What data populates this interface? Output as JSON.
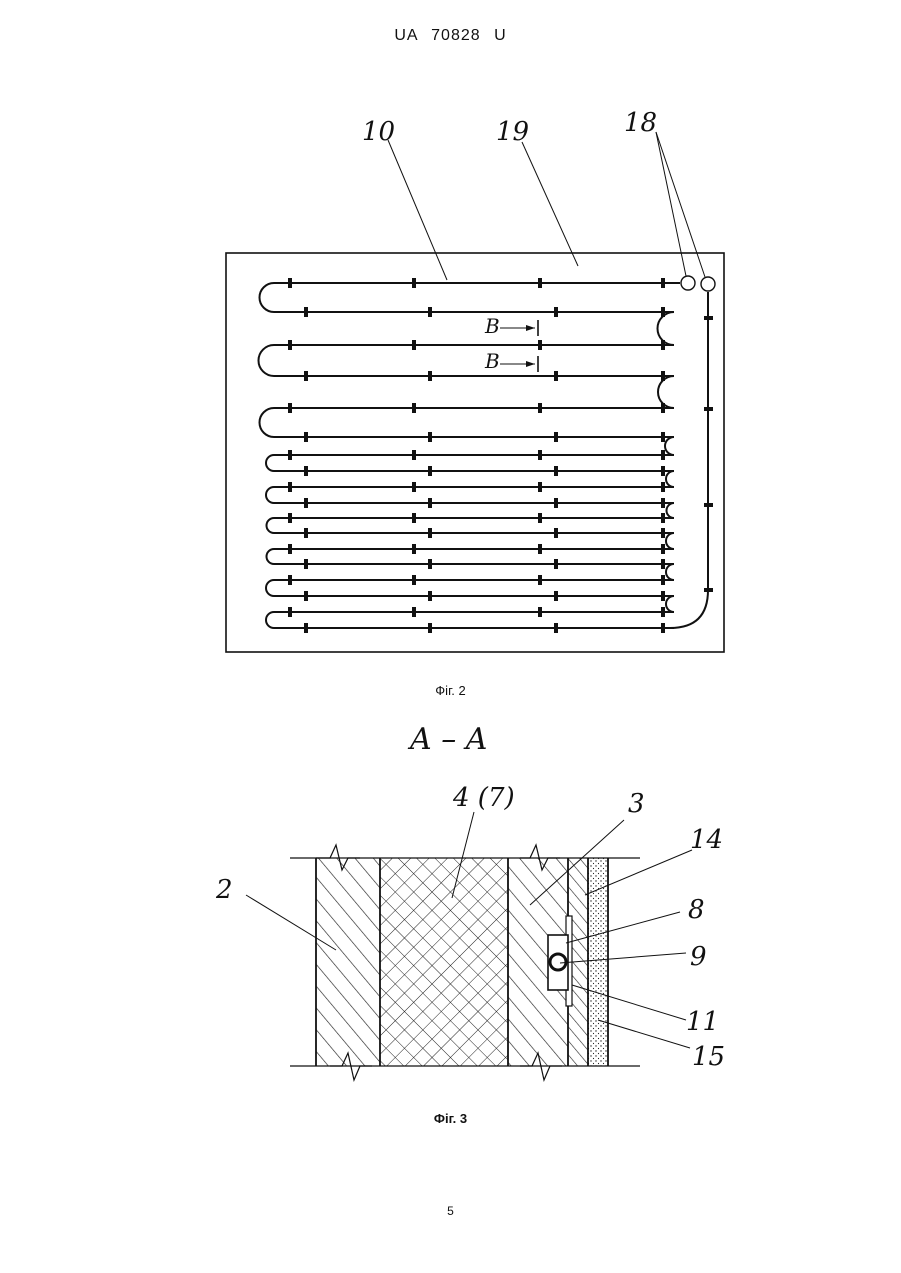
{
  "header": {
    "patent_id": "UA 70828 U"
  },
  "figure2": {
    "caption": "Фіг. 2",
    "labels": {
      "pipe": "10",
      "panel": "19",
      "ports": "18",
      "section_top": "B",
      "section_bottom": "B"
    }
  },
  "figure3": {
    "section_title": "A – A",
    "caption": "Фіг. 3",
    "labels": {
      "outer_layer": "2",
      "core": "4 (7)",
      "inner_layer": "3",
      "layer14": "14",
      "clip": "8",
      "tube": "9",
      "holder": "11",
      "layer15": "15"
    }
  },
  "footer": {
    "page_number": "5"
  }
}
